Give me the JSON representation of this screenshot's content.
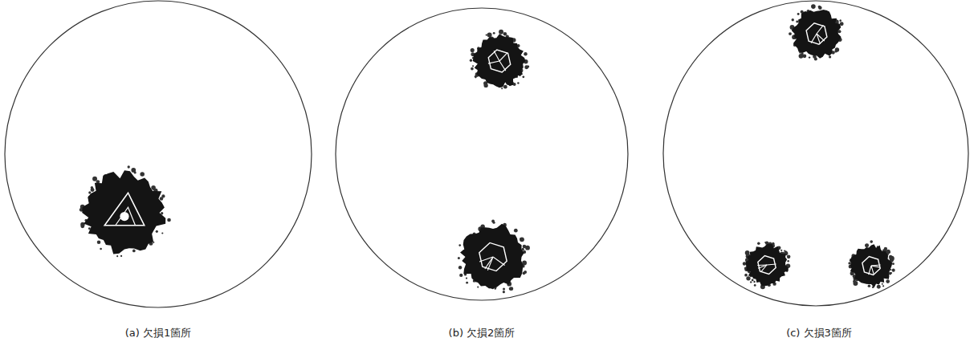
{
  "diagram": {
    "labels": [
      "(a) 欠損1箇所",
      "(b) 欠損2箇所",
      "(c) 欠損3箇所"
    ]
  }
}
